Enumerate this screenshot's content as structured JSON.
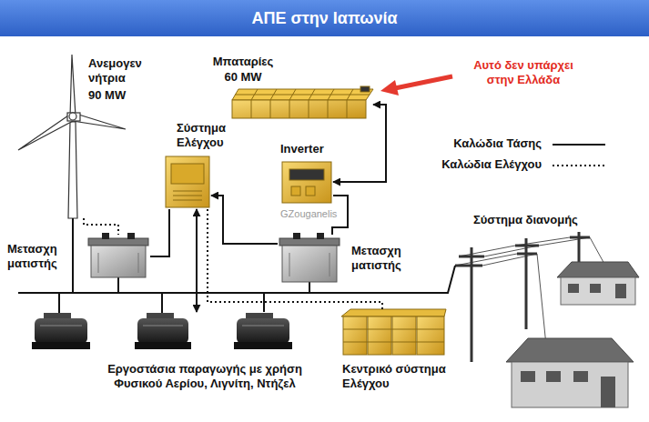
{
  "diagram": {
    "title": "ΑΠΕ στην Ιαπωνία",
    "nodes": [
      {
        "text": [
          "Ανεμογεν νήτρια",
          "90 MW"
        ]
      },
      {
        "text": [
          "Μπαταρίες",
          "60 MW"
        ]
      },
      {
        "text": [
          "Σύστημα Ελέγχου"
        ]
      },
      {
        "text": [
          "Inverter"
        ]
      },
      {
        "text": [
          "Μετασχη ματιστής"
        ]
      },
      {
        "text": [
          "Μετασχη ματιστής"
        ]
      },
      {
        "text": [
          "Εργοστάσια παραγωγής με χρήση Φυσικού Αερίου, Λιγνίτη, Ντήζελ"
        ]
      },
      {
        "text": [
          "Κεντρικό σύστημα Ελέγχου"
        ]
      },
      {
        "text": [
          "Σύστημα διανομής"
        ]
      }
    ],
    "edges": [
      {
        "from": 0,
        "to": 4,
        "arrow": "none"
      },
      {
        "from": 2,
        "to": 4,
        "arrow": "none"
      },
      {
        "from": 2,
        "to": 6,
        "arrow": "both"
      },
      {
        "from": 1,
        "to": 3,
        "arrow": "both"
      },
      {
        "from": 3,
        "to": 5,
        "arrow": "none"
      },
      {
        "from": 5,
        "to": 2,
        "arrow": "to"
      },
      {
        "from": 2,
        "to": 7,
        "arrow": "none"
      },
      {
        "from": 6,
        "to": 8,
        "arrow": "none"
      }
    ],
    "labels": [
      "Αυτό δεν υπάρχει στην Ελλάδα",
      "GZouganelis"
    ],
    "legend": [
      {
        "text": "Καλώδια Τάσης"
      },
      {
        "text": "Καλώδια Ελέγχου"
      }
    ]
  }
}
